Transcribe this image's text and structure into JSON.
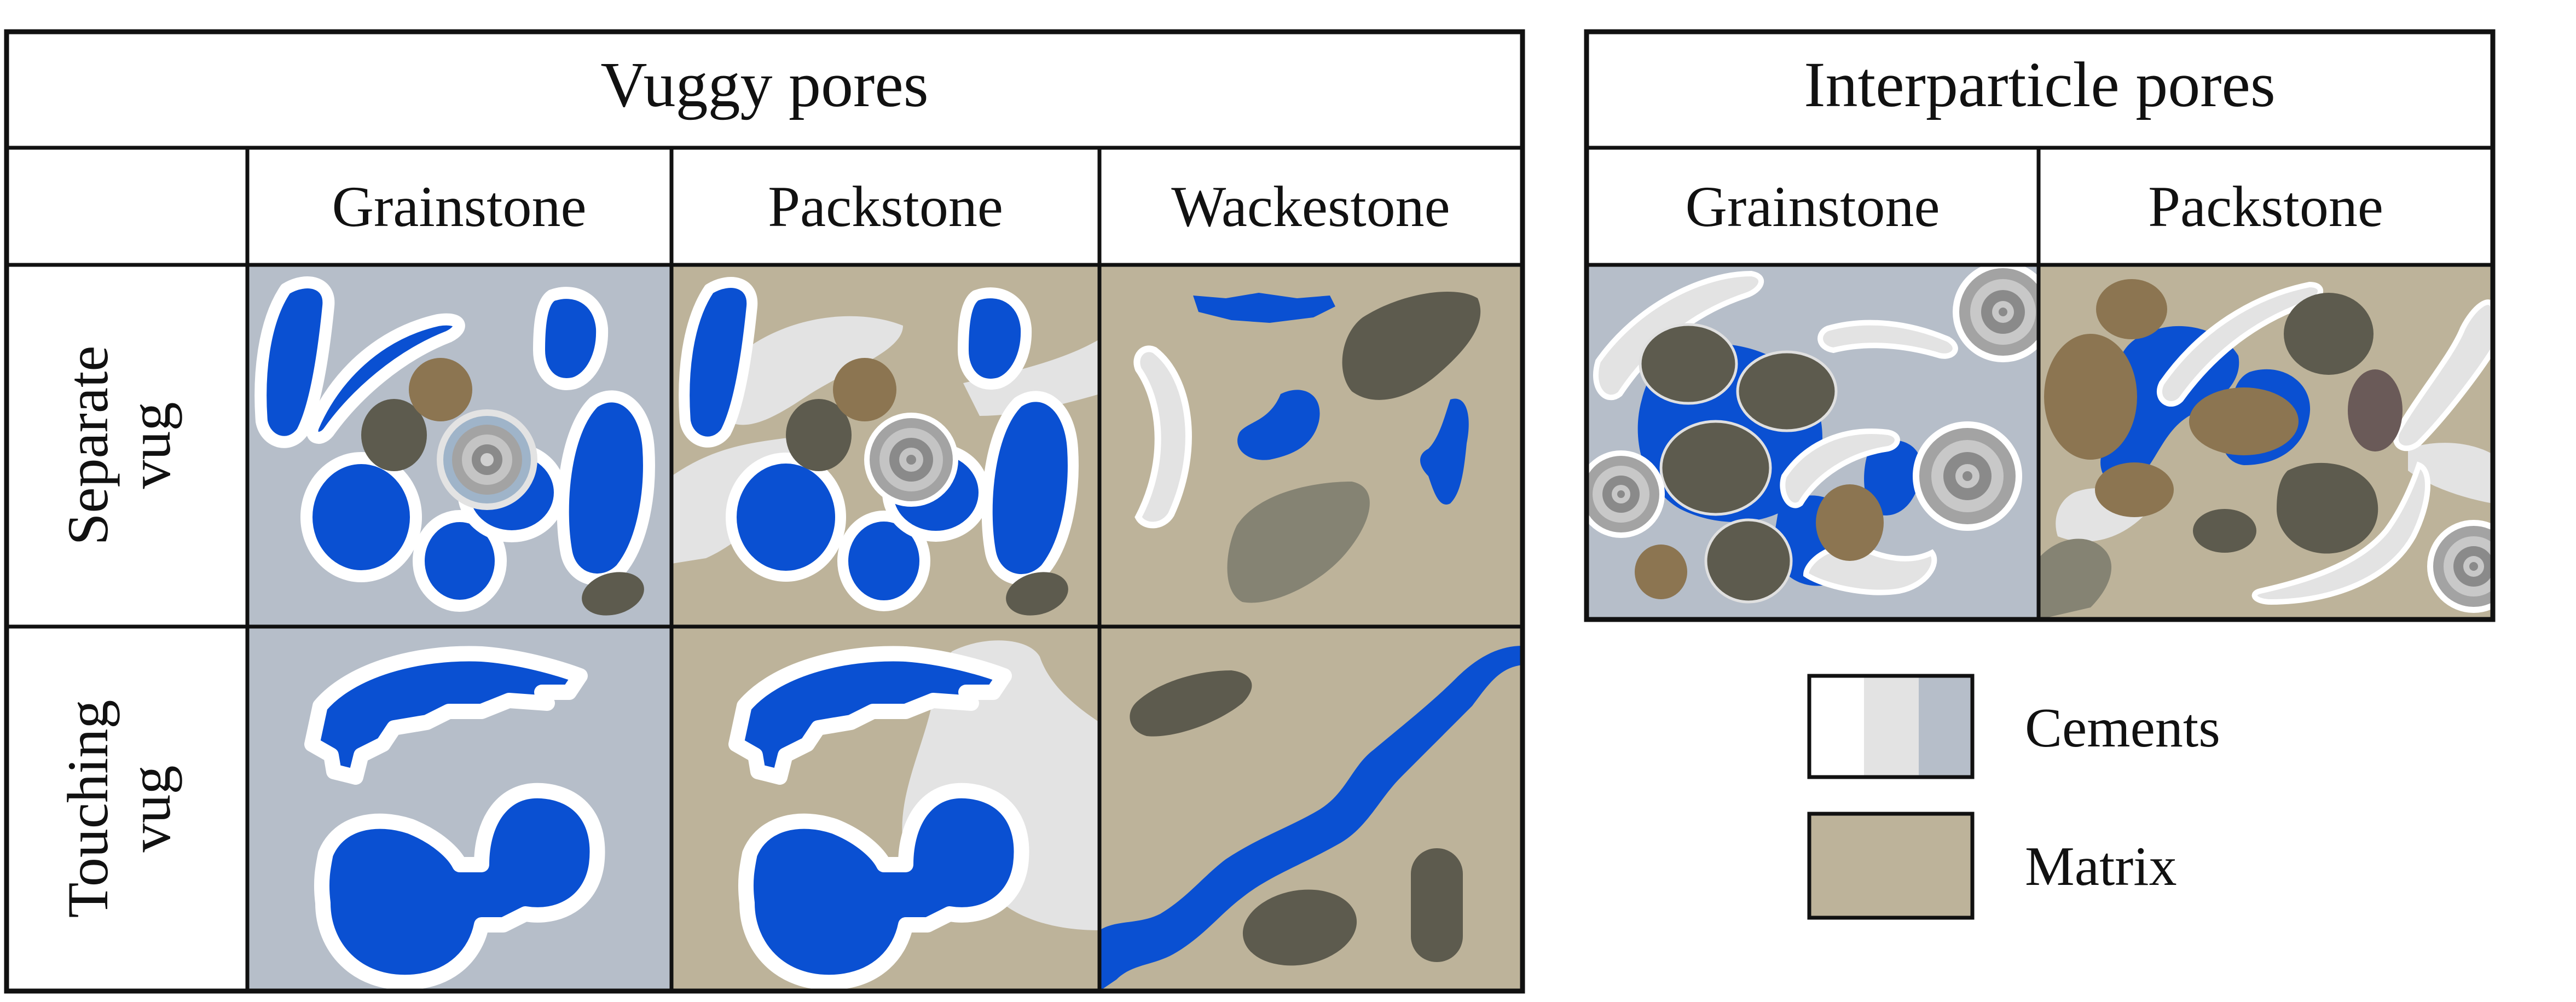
{
  "colors": {
    "pore": "#0a50d2",
    "cement_white": "#ffffff",
    "cement_light": "#e3e3e3",
    "cement_blue": "#b6bec9",
    "matrix": "#bdb39a",
    "grain_dark": "#5d5b4e",
    "grain_brown": "#8c7551",
    "grain_gray": "#858373",
    "ooid": "#9a9a9a",
    "border": "#111111"
  },
  "vuggy": {
    "title": "Vuggy pores",
    "columns": [
      "Grainstone",
      "Packstone",
      "Wackestone"
    ],
    "rows": [
      {
        "line1": "Separate",
        "line2": "vug"
      },
      {
        "line1": "Touching",
        "line2": "vug"
      }
    ]
  },
  "interparticle": {
    "title": "Interparticle pores",
    "columns": [
      "Grainstone",
      "Packstone"
    ]
  },
  "legend": {
    "cements": "Cements",
    "matrix": "Matrix"
  }
}
